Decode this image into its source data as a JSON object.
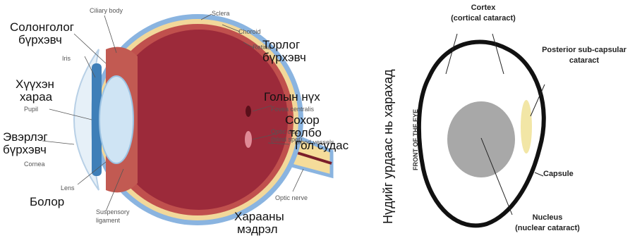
{
  "eye_diagram": {
    "labels_en": {
      "ciliary_body": "Ciliary body",
      "sclera": "Sclera",
      "choroid": "Choroid",
      "retina": "Retina",
      "iris": "Iris",
      "pupil": "Pupil",
      "cornea": "Cornea",
      "lens": "Lens",
      "suspensory_ligament_1": "Suspensory",
      "suspensory_ligament_2": "ligament",
      "fovea_centralis": "Fovea centralis",
      "optic_disc_1": "Optic disc",
      "optic_disc_2": "(blind spot)",
      "blood_vessels": "Blood vessels",
      "optic_nerve": "Optic nerve"
    },
    "labels_mn": {
      "ciliary_1": "Солонголог",
      "ciliary_2": "бүрхэвч",
      "retina_1": "Торлог",
      "retina_2": "бүрхэвч",
      "pupil_1": "Хүүхэн",
      "pupil_2": "хараа",
      "fovea": "Голын нүх",
      "blind_spot_1": "Сохор",
      "blind_spot_2": "толбо",
      "blood_vessel": "Гол судас",
      "cornea_1": "Эвэрлэг",
      "cornea_2": "бүрхэвч",
      "lens": "Болор",
      "optic_nerve_1": "Харааны",
      "optic_nerve_2": "мэдрэл"
    },
    "colors": {
      "sclera": "#8ab4e0",
      "choroid": "#f2d89a",
      "retina": "#c0504d",
      "vitreous": "#9c2a3a",
      "lens": "#cfe4f4",
      "cornea": "#e6f0f8",
      "optic_nerve": "#f5dc9a",
      "vessel": "#7a1e2a"
    }
  },
  "cataract_diagram": {
    "vertical_mn": "Нүдийг урдаас нь харахад",
    "front_of_eye": "FRONT OF THE EYE",
    "cortex_1": "Cortex",
    "cortex_2": "(cortical cataract)",
    "posterior_1": "Posterior sub-capsular",
    "posterior_2": "cataract",
    "capsule": "Capsule",
    "nucleus_1": "Nucleus",
    "nucleus_2": "(nuclear cataract)",
    "colors": {
      "capsule": "#111111",
      "nucleus": "#a8a8a8",
      "posterior": "#f2e6a6"
    }
  }
}
